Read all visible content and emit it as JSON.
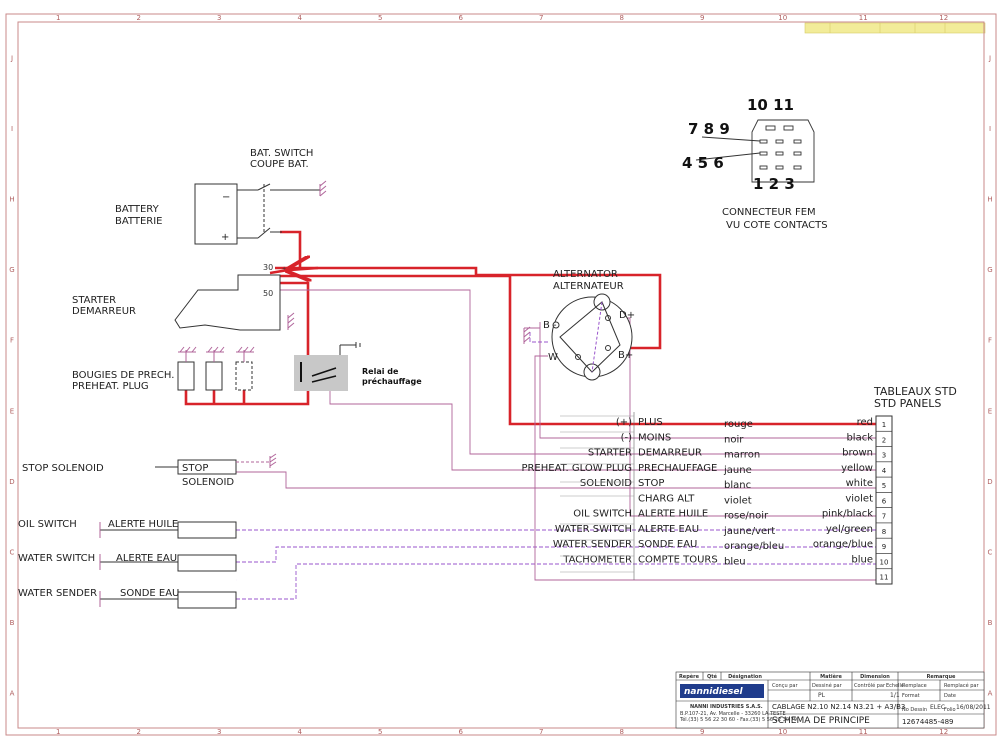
{
  "colors": {
    "frame": "#c98a8a",
    "wire_red": "#d8232a",
    "wire_pink": "#b0649a",
    "wire_violet": "#9955cc",
    "title_yellow": "#f2ec99",
    "relay_grey": "#c8c8c8",
    "logo_blue": "#1f3c8c"
  },
  "components": {
    "bat_switch": [
      "BAT. SWITCH",
      "COUPE BAT."
    ],
    "battery": [
      "BATTERY",
      "BATTERIE"
    ],
    "battery_minus": "−",
    "battery_plus": "+",
    "starter": [
      "STARTER",
      "DEMARREUR"
    ],
    "starter_30": "30",
    "starter_30_plus": "+",
    "starter_50": "50",
    "glow_plugs": [
      "BOUGIES DE PRECH.",
      "PREHEAT. PLUG"
    ],
    "relay": [
      "Relai de",
      "préchauffage"
    ],
    "alternator": [
      "ALTERNATOR",
      "ALTERNATEUR"
    ],
    "alt_b_minus": "B -",
    "alt_d_plus": "D+",
    "alt_b_plus": "B+",
    "alt_w": "W",
    "stop_solenoid_left": "STOP SOLENOID",
    "stop_box": "STOP",
    "stop_solenoid_under": "SOLENOID",
    "oil_switch": "OIL SWITCH",
    "oil_box_label": "ALERTE HUILE",
    "water_switch": "WATER SWITCH",
    "water_box_label": "ALERTE EAU",
    "water_sender": "WATER SENDER",
    "water_sender_box_label": "SONDE EAU"
  },
  "connector": {
    "top_pins": "10 11",
    "left_pins_upper": "7 8 9",
    "left_pins_lower": "4 5 6",
    "bottom_pins": "1 2 3",
    "caption": [
      "CONNECTEUR FEM",
      "VU COTE CONTACTS"
    ]
  },
  "panels": {
    "title": [
      "TABLEAUX STD",
      "STD PANELS"
    ],
    "rows": [
      {
        "pin": "1",
        "func_en": "(+)",
        "func_fr": "PLUS",
        "color_fr": "rouge",
        "color_en": "red"
      },
      {
        "pin": "2",
        "func_en": "(-)",
        "func_fr": "MOINS",
        "color_fr": "noir",
        "color_en": "black"
      },
      {
        "pin": "3",
        "func_en": "STARTER",
        "func_fr": "DEMARREUR",
        "color_fr": "marron",
        "color_en": "brown"
      },
      {
        "pin": "4",
        "func_en": "PREHEAT. GLOW PLUG",
        "func_fr": "PRECHAUFFAGE",
        "color_fr": "jaune",
        "color_en": "yellow"
      },
      {
        "pin": "5",
        "func_en": "SOLENOID",
        "func_fr": "STOP",
        "color_fr": "blanc",
        "color_en": "white"
      },
      {
        "pin": "6",
        "func_en": "",
        "func_fr": "CHARG ALT",
        "color_fr": "violet",
        "color_en": "violet"
      },
      {
        "pin": "7",
        "func_en": "OIL SWITCH",
        "func_fr": "ALERTE HUILE",
        "color_fr": "rose/noir",
        "color_en": "pink/black"
      },
      {
        "pin": "8",
        "func_en": "WATER SWITCH",
        "func_fr": "ALERTE EAU",
        "color_fr": "jaune/vert",
        "color_en": "yel/green"
      },
      {
        "pin": "9",
        "func_en": "WATER SENDER",
        "func_fr": "SONDE EAU",
        "color_fr": "orange/bleu",
        "color_en": "orange/blue"
      },
      {
        "pin": "10",
        "func_en": "TACHOMETER",
        "func_fr": "COMPTE TOURS",
        "color_fr": "bleu",
        "color_en": "blue"
      },
      {
        "pin": "11",
        "func_en": "",
        "func_fr": "",
        "color_fr": "",
        "color_en": ""
      }
    ]
  },
  "frame": {
    "top_numbers": [
      "1",
      "2",
      "3",
      "4",
      "5",
      "6",
      "7",
      "8",
      "9",
      "10",
      "11",
      "12"
    ],
    "side_letters": [
      "J",
      "I",
      "H",
      "G",
      "F",
      "E",
      "D",
      "C",
      "B",
      "A"
    ]
  },
  "title_block": {
    "headers": [
      "Repère",
      "Qté",
      "Désignation",
      "Matière",
      "Dimension",
      "Remarque"
    ],
    "logo": "nannidiesel",
    "company": "NANNI INDUSTRIES S.A.S.",
    "address": "B.P.107-21, Av. Marcelle - 33260 LA TESTE",
    "phone": "Tél.(33) 5 56 22 30 60 - Fax.(33) 5 56 22 30 79",
    "small_labels": [
      "Conçu par",
      "Dessiné par",
      "Contrôlé par",
      "Echelle",
      "Remplace",
      "Remplacé par",
      "Format",
      "Date",
      "No Dessin",
      "Folio"
    ],
    "drawn_by": "PL",
    "scale": "1/1",
    "format": "ELEC",
    "date": "16/08/2011",
    "line1": "CABLAGE N2.10 N2.14 N3.21 + A3/B3",
    "line2": "SCHEMA DE PRINCIPE",
    "drawing_no": "12674485-489"
  }
}
